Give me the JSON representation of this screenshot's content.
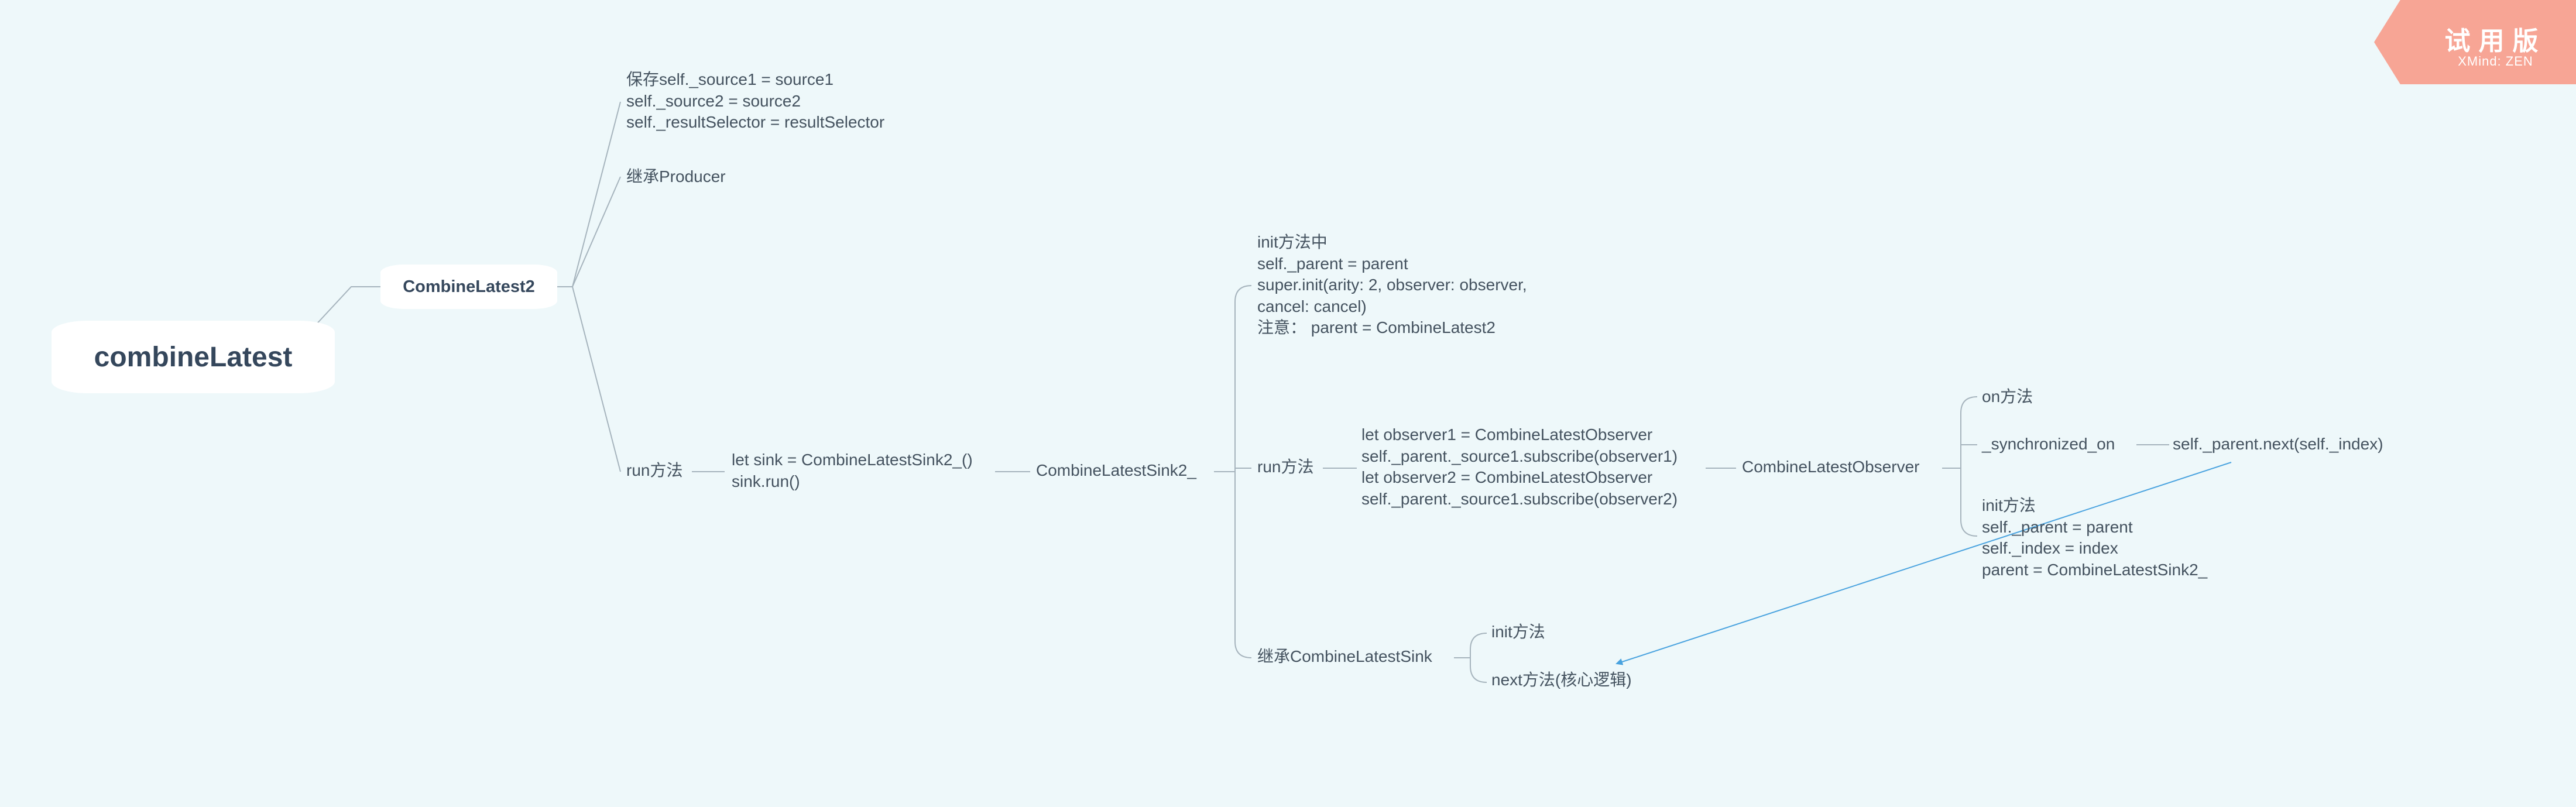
{
  "central_topic": "combineLatest",
  "combine_latest2": {
    "label": "CombineLatest2",
    "init_note": [
      "保存self._source1 = source1",
      "self._source2 = source2",
      "self._resultSelector = resultSelector"
    ],
    "inherits": "继承Producer",
    "run_method": "run方法",
    "run_body": [
      "let sink = CombineLatestSink2_()",
      "sink.run()"
    ]
  },
  "sink": {
    "label": "CombineLatestSink2_",
    "init_method": [
      "init方法中",
      "self._parent = parent",
      "super.init(arity: 2, observer: observer,",
      "cancel: cancel)",
      "注意： parent = CombineLatest2"
    ],
    "run_method": "run方法",
    "run_body": [
      "let observer1 = CombineLatestObserver",
      "self._parent._source1.subscribe(observer1)",
      "let observer2 = CombineLatestObserver",
      "self._parent._source1.subscribe(observer2)"
    ],
    "inherits": "继承CombineLatestSink",
    "inherit_children": [
      "init方法",
      "next方法(核心逻辑)"
    ]
  },
  "observer": {
    "label": "CombineLatestObserver",
    "on_method": "on方法",
    "synchronized_on": "_synchronized_on",
    "parent_next": "self._parent.next(self._index)",
    "init_method": [
      "init方法",
      "self._parent = parent",
      "self._index = index",
      "parent = CombineLatestSink2_"
    ]
  },
  "watermark": {
    "title": "试用版",
    "subtitle": "XMind: ZEN"
  },
  "colors": {
    "background": "#eef8fa",
    "branch_line": "#a6b4bd",
    "relationship_line": "#4aa3df",
    "watermark": "#f7a595",
    "topic_text": "#35475c",
    "body_text": "#44525f"
  }
}
